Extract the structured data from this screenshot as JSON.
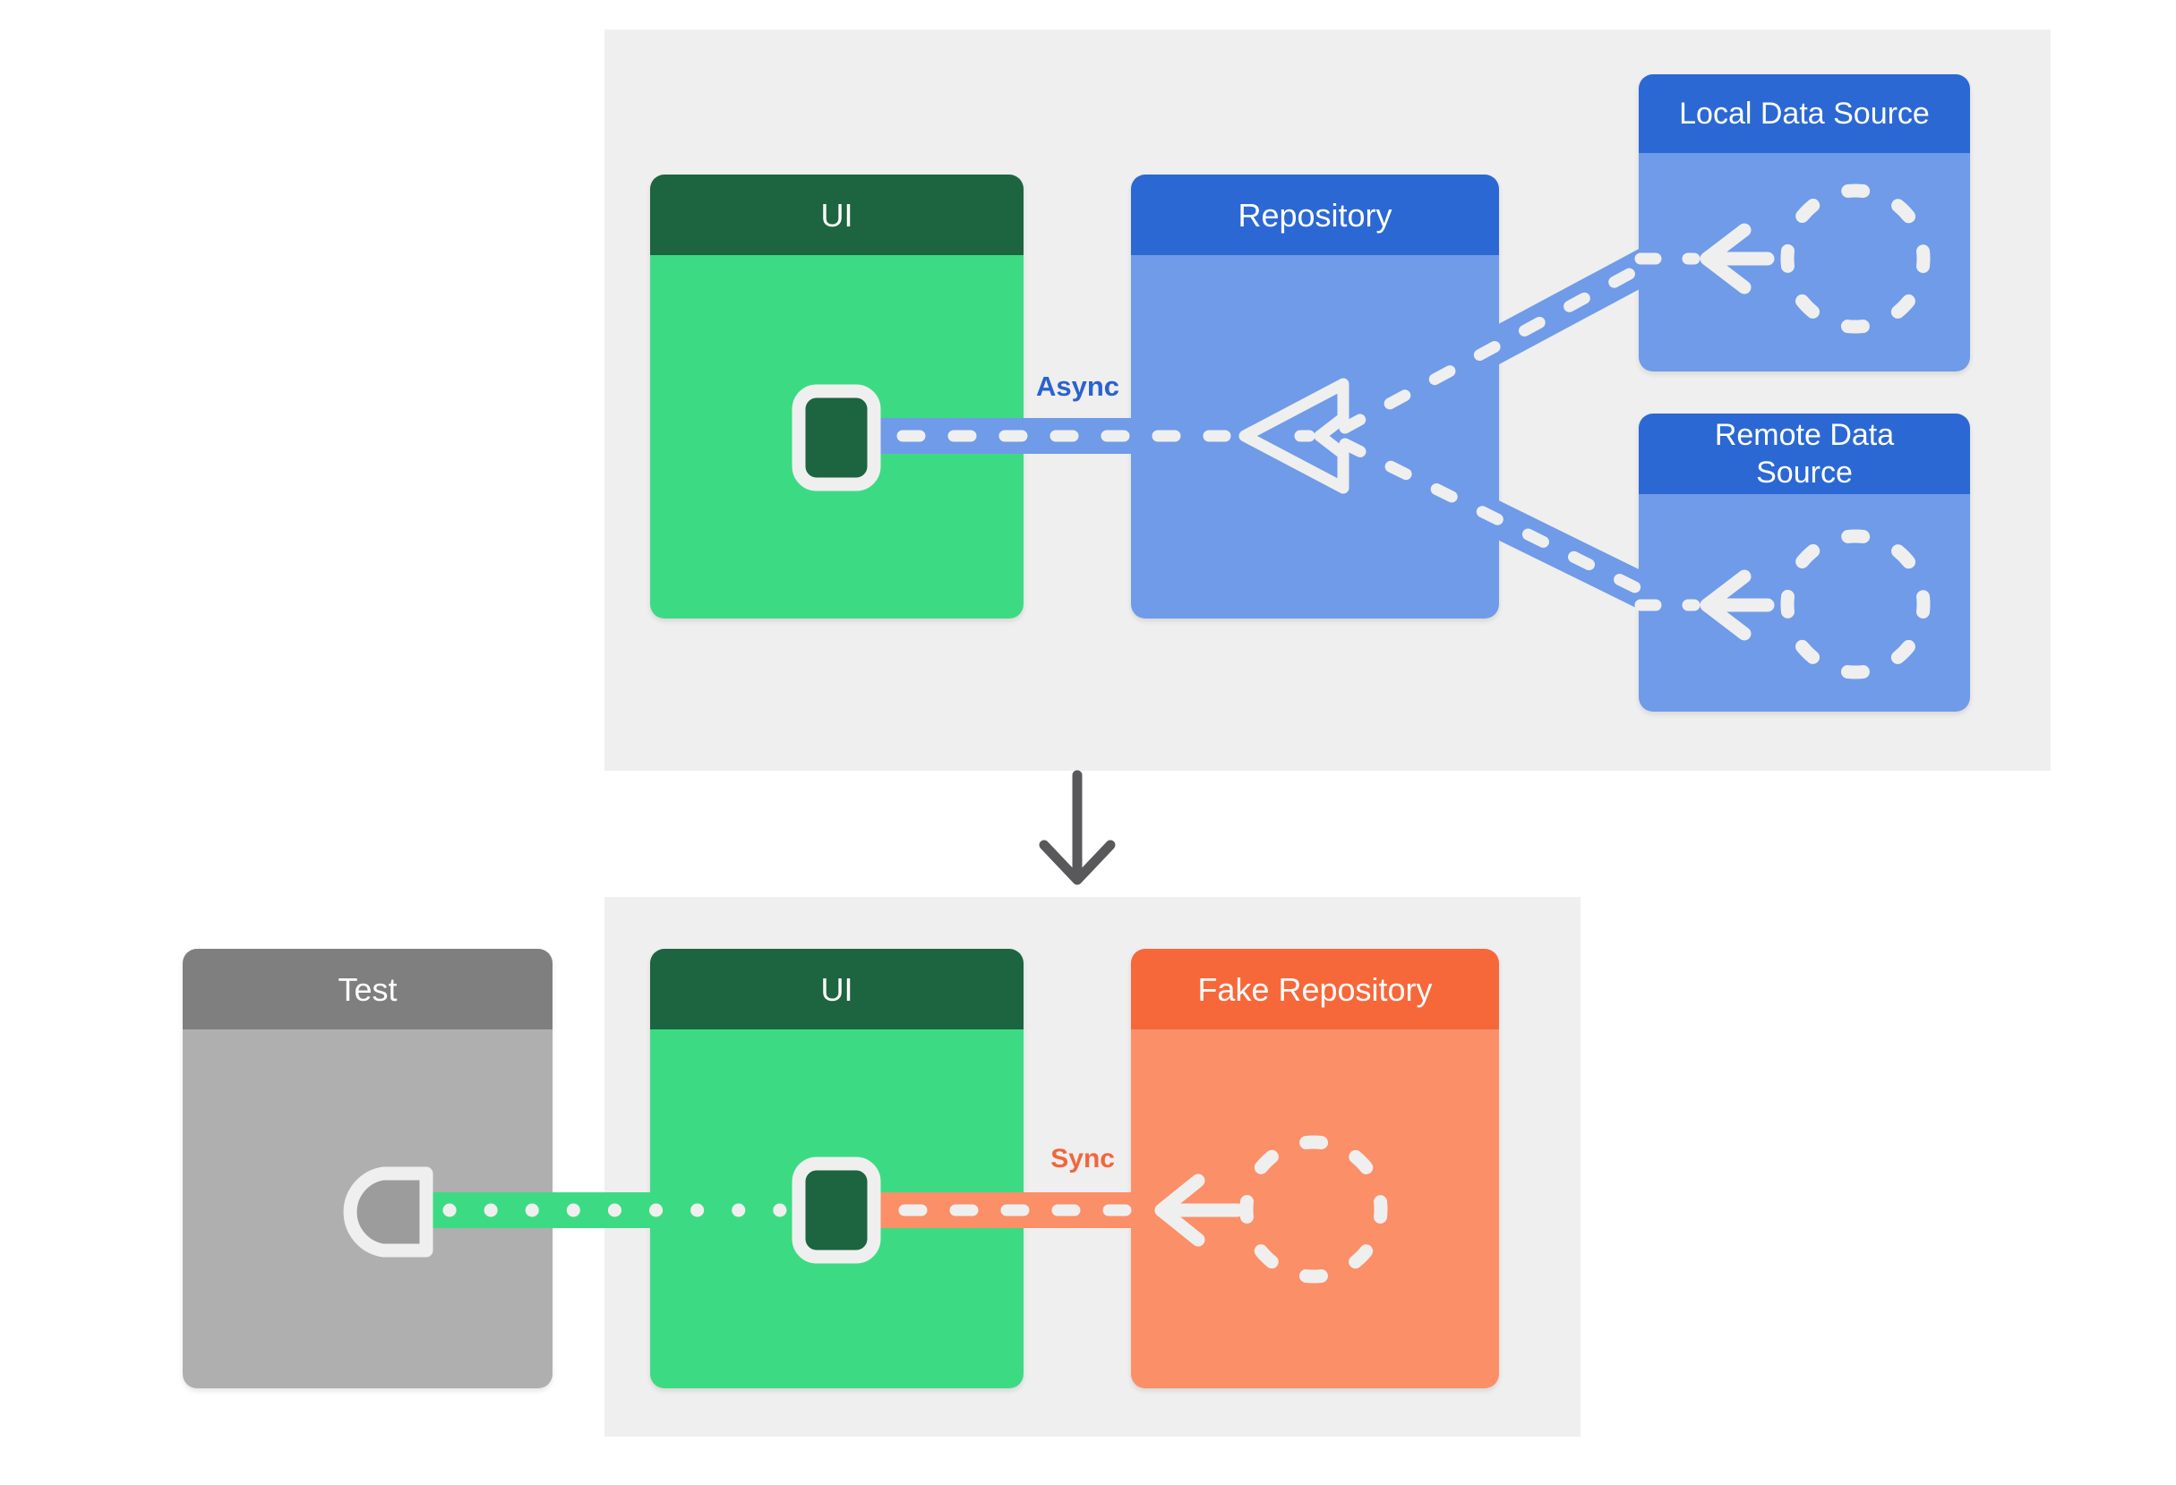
{
  "production_flow": {
    "ui_box_title": "UI",
    "repository_box_title": "Repository",
    "local_data_source_title": "Local Data Source",
    "remote_data_source_title": "Remote Data Source",
    "connection_label": "Async"
  },
  "test_flow": {
    "test_box_title": "Test",
    "ui_box_title": "UI",
    "fake_repository_box_title": "Fake Repository",
    "connection_label": "Sync"
  },
  "colors": {
    "page_background": "#FFFFFF",
    "panel_background": "#EFEFEF",
    "green_header": "#1D6440",
    "green_body": "#3CDB83",
    "blue_header": "#2B68D3",
    "blue_body": "#6F9BE8",
    "orange_header": "#F6683A",
    "orange_body": "#FB8F68",
    "gray_header": "#7F7F7F",
    "gray_body": "#AFAFAF",
    "async_label_text": "#2B62D0",
    "sync_label_text": "#F2663C",
    "connector_stroke": "#EFEFEF",
    "down_arrow": "#59595B"
  },
  "icons": {
    "merge-triangle-icon": "hollow left-pointing triangle where the two data source flows merge",
    "flow-arrow-icon": "leftward arrow head on a dashed flow line",
    "dashed-circle-icon": "dashed circle representing a data source / repository implementation",
    "ui-state-square-icon": "rounded dark green square collector on the UI",
    "test-socket-icon": "half-round socket on the Test block receiving the flow",
    "down-arrow-icon": "downward arrow between production diagram and test diagram"
  }
}
